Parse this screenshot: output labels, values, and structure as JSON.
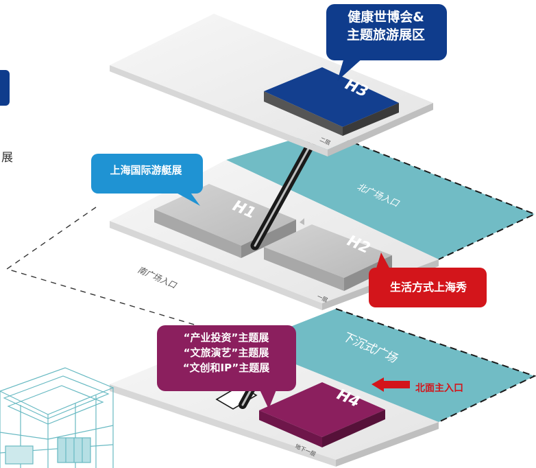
{
  "colors": {
    "hall_h3": "#133f8f",
    "hall_h4": "#8b1f5e",
    "hall_grey": "#c4c4c4",
    "teal_zone": "#71bcc5",
    "callout_blue_dark": "#0f3c8c",
    "callout_blue_light": "#1f93d3",
    "callout_red": "#d3151b",
    "callout_purple": "#8b1f5e",
    "floor": "#f1f1f1"
  },
  "halls": {
    "h3": "H3",
    "h1": "H1",
    "h2": "H2",
    "h4": "H4"
  },
  "callouts": {
    "h3": [
      "健康世博会&",
      "主题旅游展区"
    ],
    "h1": "上海国际游艇展",
    "h2": "生活方式上海秀",
    "h4": [
      "“产业投资”主题展",
      "“文旅演艺”主题展",
      "“文创和IP”主题展"
    ]
  },
  "floors": {
    "level2": "二层",
    "level1": "一层",
    "basement1": "地下一层"
  },
  "zones": {
    "north_plaza": "北广场入口",
    "south_plaza": "南广场入口",
    "sunken_plaza": "下沉式广场"
  },
  "entrance": {
    "north_main": "北面主入口"
  },
  "side_text": "展"
}
